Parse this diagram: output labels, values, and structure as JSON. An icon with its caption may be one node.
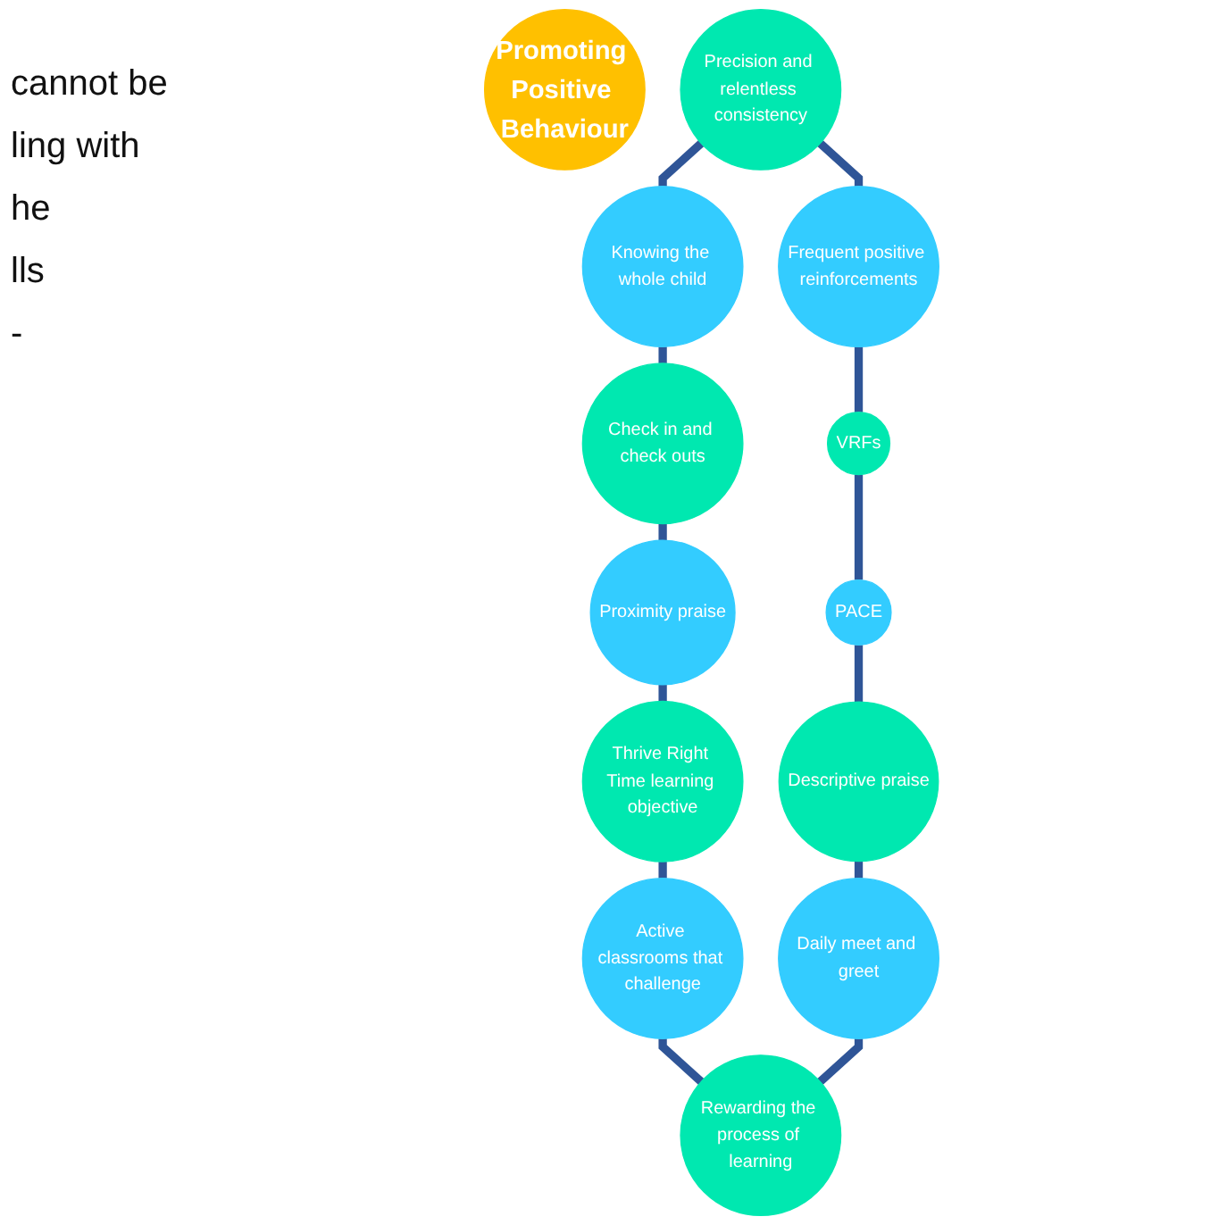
{
  "diagram": {
    "nodes": [
      {
        "text": [
          "Promoting Positive Behaviour"
        ]
      },
      {
        "text": [
          "Precision and relentless consistency"
        ]
      },
      {
        "text": [
          "Knowing the whole child"
        ]
      },
      {
        "text": [
          "Check in and check outs"
        ]
      },
      {
        "text": [
          "Proximity praise"
        ]
      },
      {
        "text": [
          "Thrive Right Time learning objective"
        ]
      },
      {
        "text": [
          "Active classrooms that challenge"
        ]
      },
      {
        "text": [
          "Rewarding the process of learning"
        ]
      },
      {
        "text": [
          "Daily meet and greet"
        ]
      },
      {
        "text": [
          "Descriptive praise"
        ]
      },
      {
        "text": [
          "PACE"
        ]
      },
      {
        "text": [
          "VRFs"
        ]
      },
      {
        "text": [
          "Frequent positive reinforcements"
        ]
      }
    ],
    "edges": [
      {
        "from": 1,
        "to": 2,
        "arrow": "none"
      },
      {
        "from": 2,
        "to": 3,
        "arrow": "none"
      },
      {
        "from": 3,
        "to": 4,
        "arrow": "none"
      },
      {
        "from": 4,
        "to": 5,
        "arrow": "none"
      },
      {
        "from": 5,
        "to": 6,
        "arrow": "none"
      },
      {
        "from": 6,
        "to": 7,
        "arrow": "none"
      },
      {
        "from": 7,
        "to": 8,
        "arrow": "none"
      },
      {
        "from": 8,
        "to": 9,
        "arrow": "none"
      },
      {
        "from": 9,
        "to": 10,
        "arrow": "none"
      },
      {
        "from": 10,
        "to": 11,
        "arrow": "none"
      },
      {
        "from": 11,
        "to": 12,
        "arrow": "none"
      },
      {
        "from": 12,
        "to": 1,
        "arrow": "none"
      }
    ],
    "labels": [
      "cannot be",
      "ling with",
      "he",
      "lls",
      "-"
    ]
  }
}
